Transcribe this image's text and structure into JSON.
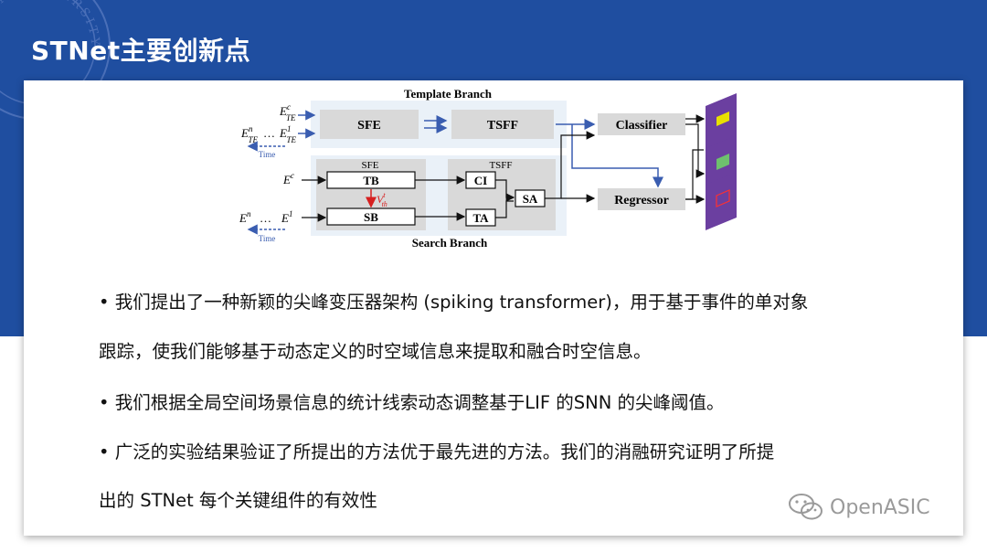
{
  "slide": {
    "title": "STNet主要创新点"
  },
  "seal": {
    "text": "FUDAN UNIVERSITY"
  },
  "diagram": {
    "template_branch": "Template Branch",
    "search_branch": "Search Branch",
    "sfe": "SFE",
    "tsff": "TSFF",
    "sfe_small": "SFE",
    "tsff_small": "TSFF",
    "tb": "TB",
    "sb": "SB",
    "ci": "CI",
    "ta": "TA",
    "sa": "SA",
    "classifier": "Classifier",
    "regressor": "Regressor",
    "time": "Time",
    "time2": "Time",
    "e_te_c": "E",
    "e_te_c_sup": "c",
    "e_te_c_sub": "TE",
    "e_te_n": "E",
    "e_te_n_sup": "n",
    "e_te_n_sub": "TE",
    "e_te_1": "E",
    "e_te_1_sup": "1",
    "e_te_1_sub": "TE",
    "ellipsis": "…",
    "e_c": "E",
    "e_c_sup": "c",
    "e_n": "E",
    "e_n_sup": "n",
    "e_1": "E",
    "e_1_sup": "1",
    "vth": "V",
    "vth_sup": "t",
    "vth_sub": "th",
    "colors": {
      "arrow_blue": "#3a5db0",
      "output_purple": "#6b3fa0",
      "threshold_red": "#d62020",
      "panel_gray": "#ececec"
    }
  },
  "bullets": {
    "b1_line1": "• 我们提出了一种新颖的尖峰变压器架构 (spiking transformer)，用于基于事件的单对象",
    "b1_line2": "跟踪，使我们能够基于动态定义的时空域信息来提取和融合时空信息。",
    "b2": "• 我们根据全局空间场景信息的统计线索动态调整基于LIF 的SNN 的尖峰阈值。",
    "b3_line1": "• 广泛的实验结果验证了所提出的方法优于最先进的方法。我们的消融研究证明了所提",
    "b3_line2": "出的 STNet 每个关键组件的有效性"
  },
  "watermark": {
    "text": "OpenASIC",
    "icon": "wechat-icon"
  },
  "theme": {
    "header_blue": "#1f4ea0"
  }
}
